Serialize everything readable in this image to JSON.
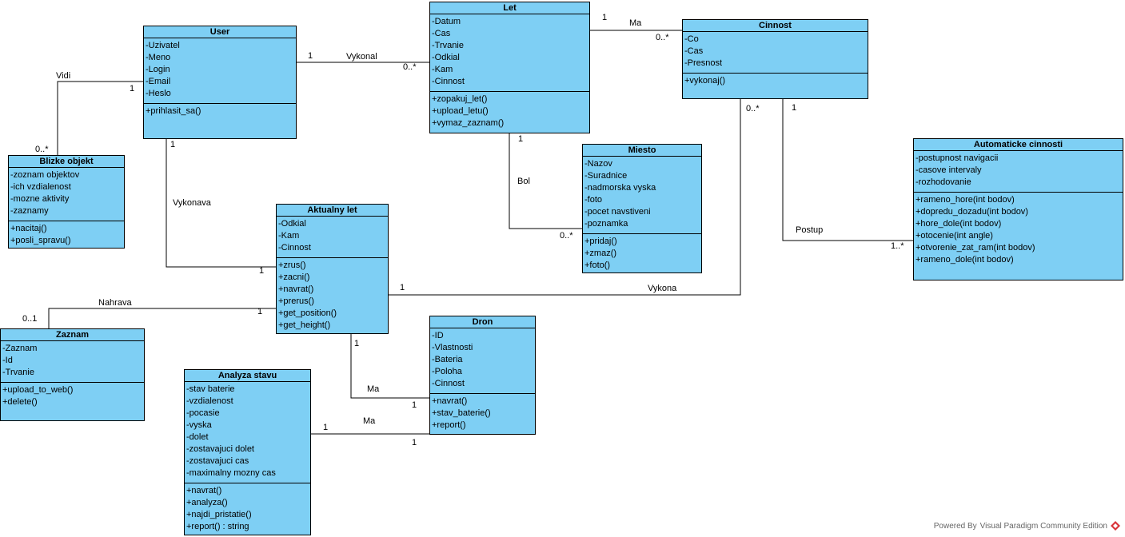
{
  "classes": {
    "user": {
      "name": "User",
      "attrs": [
        "-Uzivatel",
        "-Meno",
        "-Login",
        "-Email",
        "-Heslo"
      ],
      "ops": [
        "+prihlasit_sa()"
      ]
    },
    "let": {
      "name": "Let",
      "attrs": [
        "-Datum",
        "-Cas",
        "-Trvanie",
        "-Odkial",
        "-Kam",
        "-Cinnost"
      ],
      "ops": [
        "+zopakuj_let()",
        "+upload_letu()",
        "+vymaz_zaznam()"
      ]
    },
    "cinnost": {
      "name": "Cinnost",
      "attrs": [
        "-Co",
        "-Cas",
        "-Presnost"
      ],
      "ops": [
        "+vykonaj()"
      ]
    },
    "blizke": {
      "name": "Blizke objekt",
      "attrs": [
        "-zoznam objektov",
        "-ich vzdialenost",
        "-mozne aktivity",
        "-zaznamy"
      ],
      "ops": [
        "+nacitaj()",
        "+posli_spravu()"
      ]
    },
    "miesto": {
      "name": "Miesto",
      "attrs": [
        "-Nazov",
        "-Suradnice",
        "-nadmorska vyska",
        "-foto",
        "-pocet navstiveni",
        "-poznamka"
      ],
      "ops": [
        "+pridaj()",
        "+zmaz()",
        "+foto()"
      ]
    },
    "automaticke": {
      "name": "Automaticke cinnosti",
      "attrs": [
        "-postupnost navigacii",
        "-casove intervaly",
        "-rozhodovanie"
      ],
      "ops": [
        "+rameno_hore(int bodov)",
        "+dopredu_dozadu(int bodov)",
        "+hore_dole(int bodov)",
        "+otocenie(int angle)",
        "+otvorenie_zat_ram(int bodov)",
        "+rameno_dole(int bodov)"
      ]
    },
    "aktualny": {
      "name": "Aktualny let",
      "attrs": [
        "-Odkial",
        "-Kam",
        "-Cinnost"
      ],
      "ops": [
        "+zrus()",
        "+zacni()",
        "+navrat()",
        "+prerus()",
        "+get_position()",
        "+get_height()"
      ]
    },
    "zaznam": {
      "name": "Zaznam",
      "attrs": [
        "-Zaznam",
        "-Id",
        "-Trvanie"
      ],
      "ops": [
        "+upload_to_web()",
        "+delete()"
      ]
    },
    "dron": {
      "name": "Dron",
      "attrs": [
        "-ID",
        "-Vlastnosti",
        "-Bateria",
        "-Poloha",
        "-Cinnost"
      ],
      "ops": [
        "+navrat()",
        "+stav_baterie()",
        "+report()"
      ]
    },
    "analyza": {
      "name": "Analyza stavu",
      "attrs": [
        "-stav baterie",
        "-vzdialenost",
        "-pocasie",
        "-vyska",
        "-dolet",
        "-zostavajuci dolet",
        "-zostavajuci cas",
        "-maximalny mozny cas"
      ],
      "ops": [
        "+navrat()",
        "+analyza()",
        "+najdi_pristatie()",
        "+report() : string"
      ]
    }
  },
  "labels": {
    "vykonal": "Vykonal",
    "vykonal_m1": "1",
    "vykonal_m2": "0..*",
    "ma_let": "Ma",
    "ma_let_m1": "1",
    "ma_let_m2": "0..*",
    "vidi": "Vidi",
    "vidi_m1": "1",
    "vidi_m2": "0..*",
    "vykonava": "Vykonava",
    "vykonava_m1": "1",
    "vykonava_m2": "1",
    "bol": "Bol",
    "bol_m1": "1",
    "bol_m2": "0..*",
    "postup": "Postup",
    "postup_m1": "1",
    "postup_m2": "1..*",
    "vykona": "Vykona",
    "vykona_m1": "1",
    "vykona_m2": "0..*",
    "nahrava": "Nahrava",
    "nahrava_m1": "0..1",
    "nahrava_m2": "1",
    "ma_dron": "Ma",
    "ma_dron_m1": "1",
    "ma_dron_m2": "1",
    "ma_analyza": "Ma",
    "ma_analyza_m1": "1",
    "ma_analyza_m2": "1"
  },
  "footer": {
    "powered": "Powered By",
    "product": "Visual Paradigm Community Edition"
  }
}
